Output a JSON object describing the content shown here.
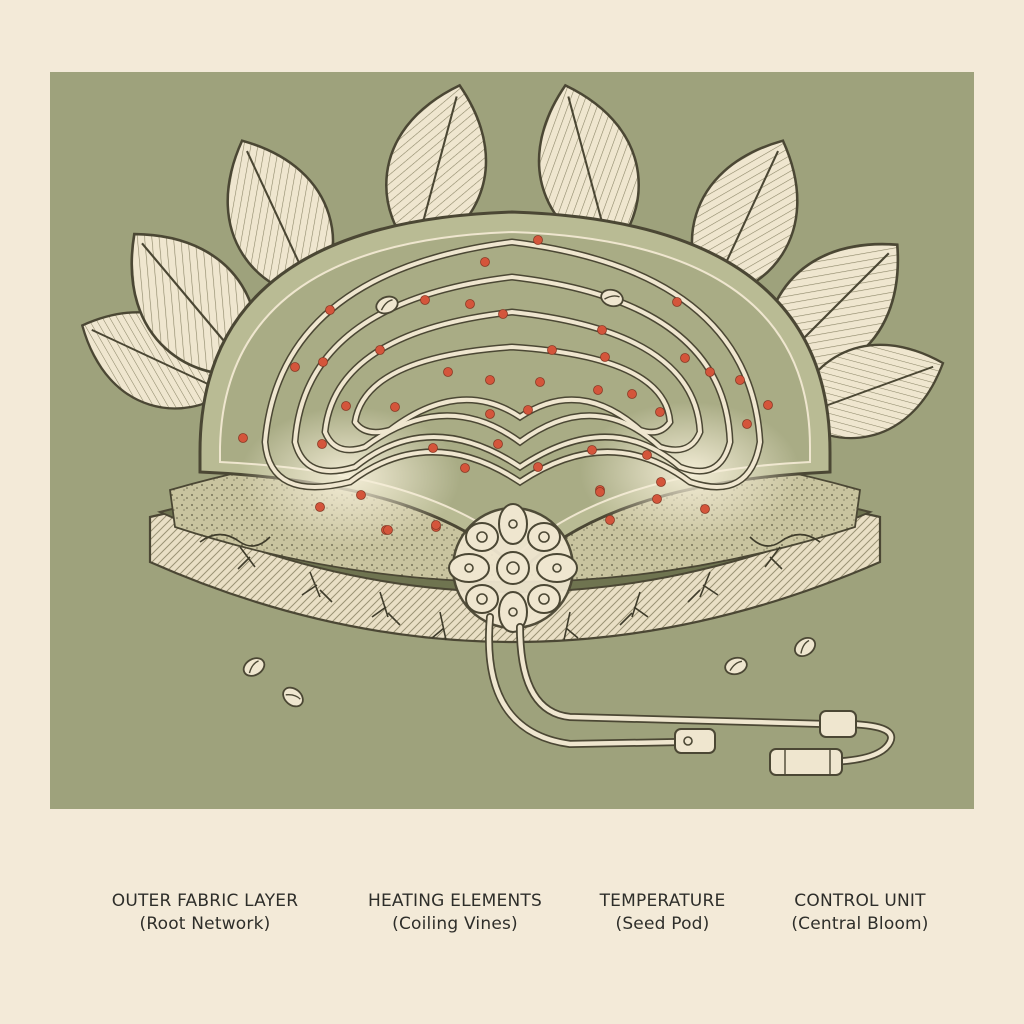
{
  "colors": {
    "panel": "#9ea27c",
    "page": "#f3ead8",
    "cream": "#efe6cf",
    "ink": "#4b4734",
    "dot": "#d4553b"
  },
  "labels": [
    {
      "title": "OUTER FABRIC LAYER",
      "subtitle": "(Root Network)"
    },
    {
      "title": "HEATING ELEMENTS",
      "subtitle": "(Coiling Vines)"
    },
    {
      "title": "TEMPERATURE",
      "subtitle": "(Seed Pod)"
    },
    {
      "title": "CONTROL UNIT",
      "subtitle": "(Central Bloom)"
    }
  ]
}
